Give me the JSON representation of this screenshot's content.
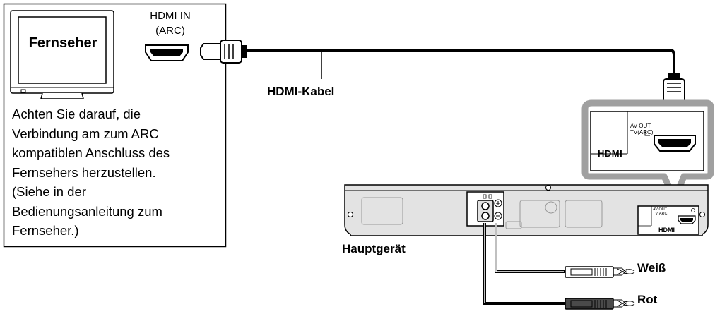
{
  "tv": {
    "label": "Fernseher",
    "port_label_line1": "HDMI IN",
    "port_label_line2": "(ARC)",
    "note_lines": [
      "Achten Sie darauf, die",
      "Verbindung am zum ARC",
      "kompatiblen Anschluss des",
      "Fernsehers herzustellen.",
      "(Siehe in der",
      "Bedienungsanleitung zum",
      "Fernseher.)"
    ]
  },
  "cable": {
    "label": "HDMI-Kabel"
  },
  "main_unit": {
    "label": "Hauptgerät",
    "port_label_line1": "AV OUT",
    "port_label_line2": "TV(ARC)",
    "hdmi_logo": "HDMI"
  },
  "speaker_wires": {
    "white_label": "Weiß",
    "red_label": "Rot"
  },
  "colors": {
    "line": "#000000",
    "device_gray": "#e3e3e3",
    "zoom_frame": "#a0a0a0",
    "red_plug": "#4a4a4a"
  }
}
